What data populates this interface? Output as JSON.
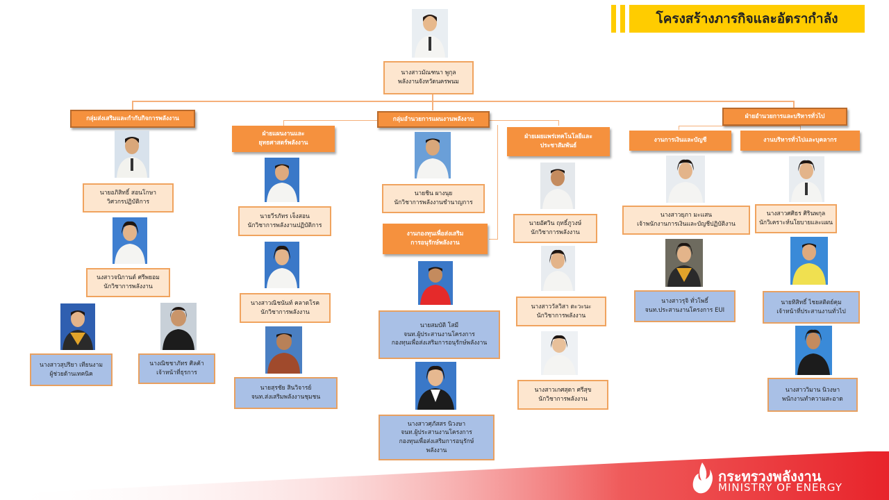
{
  "header": {
    "title": "โครงสร้างภารกิจและอัตรากำลัง"
  },
  "director": {
    "name": "นางสาวมัณฑนา  พูกุล",
    "position": "พลังงานจังหวัดนครพนม"
  },
  "groups": {
    "promotion": "กลุ่มส่งเสริมและกำกับกิจการพลังงาน",
    "planning": "กลุ่มอำนวยการแผนงานพลังงาน",
    "admin": "ฝ่ายอำนวยการและบริหารทั่วไป"
  },
  "units": {
    "strategy": [
      "ฝ่ายแผนงานและ",
      "ยุทธศาสตร์พลังงาน"
    ],
    "publicity": [
      "ฝ่ายเผยแพร่เทคโนโลยีและ",
      "ประชาสัมพันธ์"
    ],
    "fund": [
      "งานกองทุนเพื่อส่งเสริม",
      "การอนุรักษ์พลังงาน"
    ],
    "finance": "งานการเงินและบัญชี",
    "general": "งานบริหารทั่วไปและบุคลากร"
  },
  "people": {
    "p1": [
      "นายอภิสิทธิ์  สอนโกษา",
      "วิศวกรปฏิบัติการ"
    ],
    "p2": [
      "นงสาวจนิกานต์  ศรีพยอม",
      "นักวิชาการพลังงาน"
    ],
    "p3": [
      "นางสาวสุปริยา  เทียนงาม",
      "ผู้ช่วยด้านเทคนิค"
    ],
    "p4": [
      "นางณิชชาภัทร  ศิลค้า",
      "เจ้าหน้าที่ธุรการ"
    ],
    "p5": [
      "นายวีรภัทร  เจ็งสอน",
      "นักวิชาการพลังงานปฏิบัติการ"
    ],
    "p6": [
      "นางสาวณิชนันท์  คลาดโรค",
      "นักวิชาการพลังงาน"
    ],
    "p7": [
      "นายสุรชัย  สินวิจารย์",
      "จนท.ส่งเสริมพลังงานชุมชน"
    ],
    "p8": [
      "นายชิน  ผางนุย",
      "นักวิชาการพลังงานชำนาญการ"
    ],
    "p9": [
      "นายสมบัติ  โสมี",
      "จนท.ผู้ประสานงานโครงการ",
      "กองทุนเพื่อส่งเสริมการอนุรักษ์พลังงาน"
    ],
    "p10": [
      "นางสาวศุภัสสร  นิวงษา",
      "จนท.ผู้ประสานงานโครงการ",
      "กองทุนเพื่อส่งเสริมการอนุรักษ์",
      "พลังงาน"
    ],
    "p11": [
      "นายอัศวิน  ฤทธิ์ภูวงษ์",
      "นักวิชาการพลังงาน"
    ],
    "p12": [
      "นางสาววัลวิสา  ตะวะนะ",
      "นักวิชาการพลังงาน"
    ],
    "p13": [
      "นางสาวเกศสุดา  ศรีสุข",
      "นักวิชาการพลังงาน"
    ],
    "p14": [
      "นางสาวยุภา  มะแสน",
      "เจ้าพนักงานการเงินและบัญชีปฏิบัติงาน"
    ],
    "p15": [
      "นางสาวรุจิ  ทั่วโพธิ์",
      "จนท.ประสานงานโครงการ EUI"
    ],
    "p16": [
      "นางสาวศศิธร  ศิรินพกุล",
      "นักวิเคราะห์นโยบายและแผน"
    ],
    "p17": [
      "นายทิสิทธิ์  ไชยสติตย์คุม",
      "เจ้าหน้าที่ประสานงานทั่วไป"
    ],
    "p18": [
      "นางสาววิมาน  นิวงษา",
      "พนักงานทำความสะอาด"
    ]
  },
  "footer": {
    "logo_th": "กระทรวงพลังงาน",
    "logo_en": "MINISTRY OF ENERGY"
  },
  "colors": {
    "accent": "#f5913e",
    "title": "#ffcc00",
    "peach": "#fde6cf",
    "blue": "#a9c0e6",
    "footer": "#e8242b"
  }
}
